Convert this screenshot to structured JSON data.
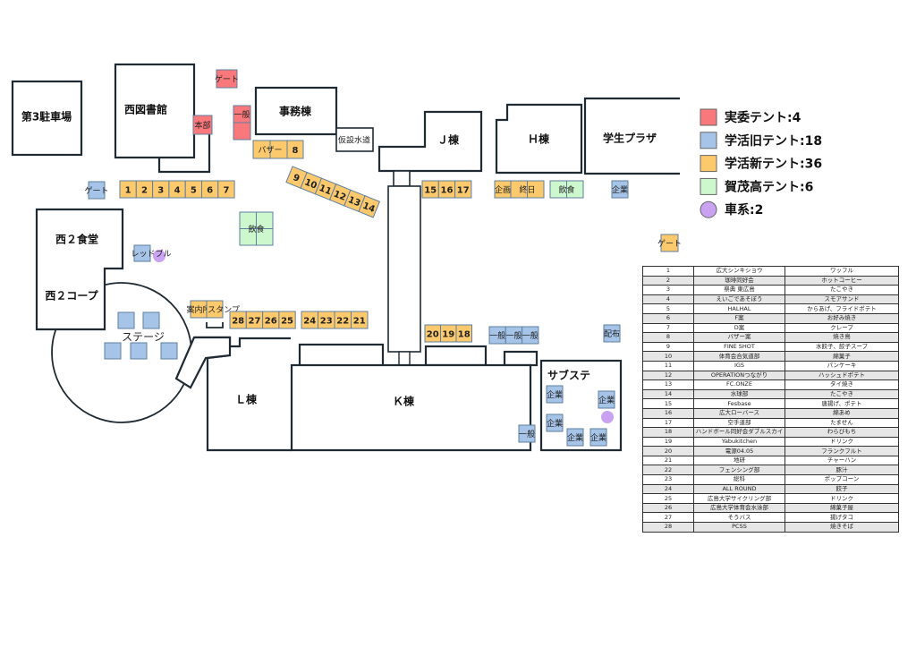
{
  "colors": {
    "red": "#f8787c",
    "blue": "#a6c4e8",
    "orange": "#fcc96c",
    "green": "#cdf7cd",
    "purple": "#c9a2f2"
  },
  "buildings": {
    "parking3": "第3駐車場",
    "west_library": "西図書館",
    "admin": "事務棟",
    "temp_water": "仮設水道",
    "j_bldg": "Ｊ棟",
    "h_bldg": "Ｈ棟",
    "student_plaza": "学生プラザ",
    "west2_cafeteria": "西２食堂",
    "west2_coop": "西２コープ",
    "stage": "ステージ",
    "l_bldg": "Ｌ棟",
    "k_bldg": "Ｋ棟",
    "substage": "サブステ"
  },
  "tents": [
    {
      "label": "ゲート",
      "type": "red"
    },
    {
      "label": "本部",
      "type": "red"
    },
    {
      "label": "一般",
      "type": "red"
    },
    {
      "label": "",
      "type": "red"
    },
    {
      "label": "バザー",
      "type": "orange"
    },
    {
      "label": "8",
      "type": "orange"
    },
    {
      "label": "ゲート",
      "type": "blue"
    },
    {
      "label": "1",
      "type": "orange"
    },
    {
      "label": "2",
      "type": "orange"
    },
    {
      "label": "3",
      "type": "orange"
    },
    {
      "label": "4",
      "type": "orange"
    },
    {
      "label": "5",
      "type": "orange"
    },
    {
      "label": "6",
      "type": "orange"
    },
    {
      "label": "7",
      "type": "orange"
    },
    {
      "label": "9",
      "type": "orange"
    },
    {
      "label": "10",
      "type": "orange"
    },
    {
      "label": "11",
      "type": "orange"
    },
    {
      "label": "12",
      "type": "orange"
    },
    {
      "label": "13",
      "type": "orange"
    },
    {
      "label": "14",
      "type": "orange"
    },
    {
      "label": "15",
      "type": "orange"
    },
    {
      "label": "16",
      "type": "orange"
    },
    {
      "label": "17",
      "type": "orange"
    },
    {
      "label": "企画",
      "type": "orange"
    },
    {
      "label": "終日",
      "type": "orange"
    },
    {
      "label": "飲食",
      "type": "green"
    },
    {
      "label": "企業",
      "type": "blue"
    },
    {
      "label": "飲食",
      "type": "green"
    },
    {
      "label": "ゲート",
      "type": "orange"
    },
    {
      "label": "レッドブル",
      "type": "blue"
    },
    {
      "label": "",
      "type": "blue"
    },
    {
      "label": "",
      "type": "blue"
    },
    {
      "label": "",
      "type": "blue"
    },
    {
      "label": "",
      "type": "blue"
    },
    {
      "label": "",
      "type": "blue"
    },
    {
      "label": "案内所",
      "type": "orange"
    },
    {
      "label": "スタンプ",
      "type": "orange"
    },
    {
      "label": "28",
      "type": "orange"
    },
    {
      "label": "27",
      "type": "orange"
    },
    {
      "label": "26",
      "type": "orange"
    },
    {
      "label": "25",
      "type": "orange"
    },
    {
      "label": "24",
      "type": "orange"
    },
    {
      "label": "23",
      "type": "orange"
    },
    {
      "label": "22",
      "type": "orange"
    },
    {
      "label": "21",
      "type": "orange"
    },
    {
      "label": "20",
      "type": "orange"
    },
    {
      "label": "19",
      "type": "orange"
    },
    {
      "label": "18",
      "type": "orange"
    },
    {
      "label": "一般",
      "type": "blue"
    },
    {
      "label": "一般",
      "type": "blue"
    },
    {
      "label": "一般",
      "type": "blue"
    },
    {
      "label": "配布",
      "type": "blue"
    },
    {
      "label": "一般",
      "type": "blue"
    },
    {
      "label": "企業",
      "type": "blue"
    },
    {
      "label": "企業",
      "type": "blue"
    },
    {
      "label": "企業",
      "type": "blue"
    },
    {
      "label": "企業",
      "type": "blue"
    },
    {
      "label": "企業",
      "type": "blue"
    }
  ],
  "legend": [
    {
      "label": "実委テント:4",
      "type": "red"
    },
    {
      "label": "学活旧テント:18",
      "type": "blue"
    },
    {
      "label": "学活新テント:36",
      "type": "orange"
    },
    {
      "label": "賀茂高テント:6",
      "type": "green"
    },
    {
      "label": "車系:2",
      "type": "purple"
    }
  ],
  "table": [
    [
      "1",
      "広大シンキショウ",
      "ワッフル"
    ],
    [
      "2",
      "珈琲同好会",
      "ホットコーヒー"
    ],
    [
      "3",
      "祭典 東広島",
      "たこやき"
    ],
    [
      "4",
      "えいごであそぼう",
      "スモアサンド"
    ],
    [
      "5",
      "HALHAL",
      "からあげ、フライドポテト"
    ],
    [
      "6",
      "F案",
      "お好み焼き"
    ],
    [
      "7",
      "D案",
      "クレープ"
    ],
    [
      "8",
      "バザー案",
      "焼き鳥"
    ],
    [
      "9",
      "FINE SHOT",
      "水餃子、餃子スープ"
    ],
    [
      "10",
      "体育会合気道部",
      "綿菓子"
    ],
    [
      "11",
      "IGS",
      "パンケーキ"
    ],
    [
      "12",
      "OPERATIONつながり",
      "ハッシュドポテト"
    ],
    [
      "13",
      "FC.ONZE",
      "タイ焼き"
    ],
    [
      "14",
      "水球部",
      "たこやき"
    ],
    [
      "15",
      "Fesbase",
      "唐揚げ、ポテト"
    ],
    [
      "16",
      "広大ローバース",
      "綿あめ"
    ],
    [
      "17",
      "空手道部",
      "たません"
    ],
    [
      "18",
      "ハンドボール同好会ダブルスカイ",
      "わらびもち"
    ],
    [
      "19",
      "Yabukitchen",
      "ドリンク"
    ],
    [
      "20",
      "電源04.05",
      "フランクフルト"
    ],
    [
      "21",
      "地研",
      "チャーハン"
    ],
    [
      "22",
      "フェンシング部",
      "豚汁"
    ],
    [
      "23",
      "総科",
      "ポップコーン"
    ],
    [
      "24",
      "ALL ROUND",
      "餃子"
    ],
    [
      "25",
      "広島大学サイクリング部",
      "ドリンク"
    ],
    [
      "26",
      "広島大学体育会水泳部",
      "綿菓子屋"
    ],
    [
      "27",
      "そうバス",
      "揚げタコ"
    ],
    [
      "28",
      "PCSS",
      "焼きそば"
    ]
  ]
}
